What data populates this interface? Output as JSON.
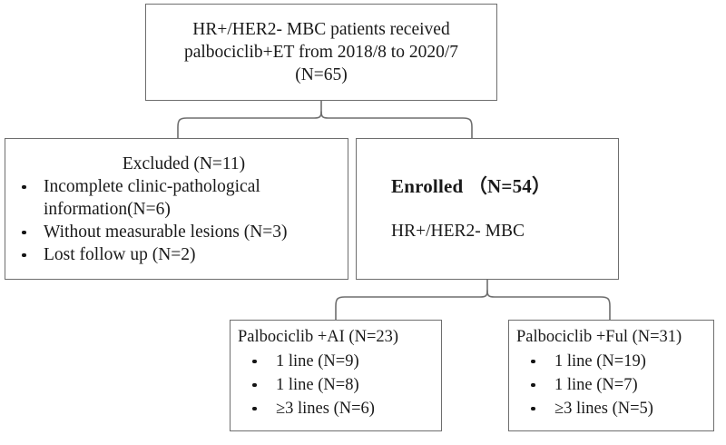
{
  "figure": {
    "type": "flowchart",
    "orientation": "top-down",
    "line_color": "#6e6e6e",
    "text_color": "#1a1a1a",
    "background": "#ffffff"
  },
  "nodes": {
    "source": {
      "label": "source-cohort",
      "lines": [
        "HR+/HER2- MBC patients received",
        "palbociclib+ET from 2018/8 to 2020/7",
        "(N=65)"
      ],
      "count": 65
    },
    "excluded": {
      "heading": "Excluded (N=11)",
      "count": 11,
      "reasons": [
        "Incomplete clinic-pathological information(N=6)",
        "Without measurable lesions  (N=3)",
        "Lost follow up  (N=2)"
      ],
      "reason_counts": [
        6,
        3,
        2
      ]
    },
    "enrolled": {
      "title": "Enrolled （N=54）",
      "subtitle": "HR+/HER2- MBC",
      "count": 54
    },
    "arm_ai": {
      "heading": "Palbociclib +AI  (N=23)",
      "count": 23,
      "items": [
        "1 line (N=9)",
        "1 line (N=8)",
        "≥3 lines (N=6)"
      ],
      "item_counts": [
        9,
        8,
        6
      ]
    },
    "arm_ful": {
      "heading": "Palbociclib +Ful (N=31)",
      "count": 31,
      "items": [
        "1 line (N=19)",
        "1 line (N=7)",
        "≥3 lines (N=5)"
      ],
      "item_counts": [
        19,
        7,
        5
      ]
    }
  }
}
